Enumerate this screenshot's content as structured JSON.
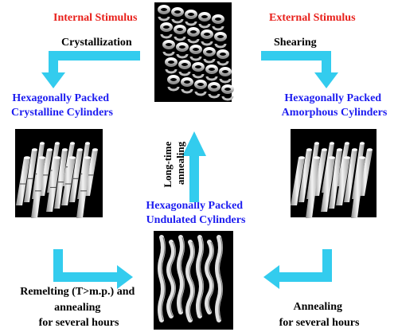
{
  "colors": {
    "arrow": "#33ccee",
    "stimulus_text": "#e8201b",
    "structure_text": "#1d1df0",
    "label_text": "#000000",
    "panel_background": "#000000",
    "cylinder": "#e6e6e6"
  },
  "stimuli": {
    "internal": "Internal Stimulus",
    "external": "External Stimulus"
  },
  "processes": {
    "crystallization": "Crystallization",
    "shearing": "Shearing",
    "long_time_annealing": [
      "Long-time",
      "annealing"
    ],
    "remelting": [
      "Remelting (T>m.p.) and",
      "annealing",
      "for several hours"
    ],
    "annealing": [
      "Annealing",
      "for several hours"
    ]
  },
  "structures": {
    "crystalline": [
      "Hexagonally Packed",
      "Crystalline Cylinders"
    ],
    "amorphous": [
      "Hexagonally Packed",
      "Amorphous Cylinders"
    ],
    "undulated": [
      "Hexagonally Packed",
      "Undulated Cylinders"
    ]
  },
  "panels": {
    "top": "helical-cylinders",
    "left": "crystalline-cylinders",
    "right": "amorphous-cylinders",
    "bottom": "undulated-cylinders"
  }
}
